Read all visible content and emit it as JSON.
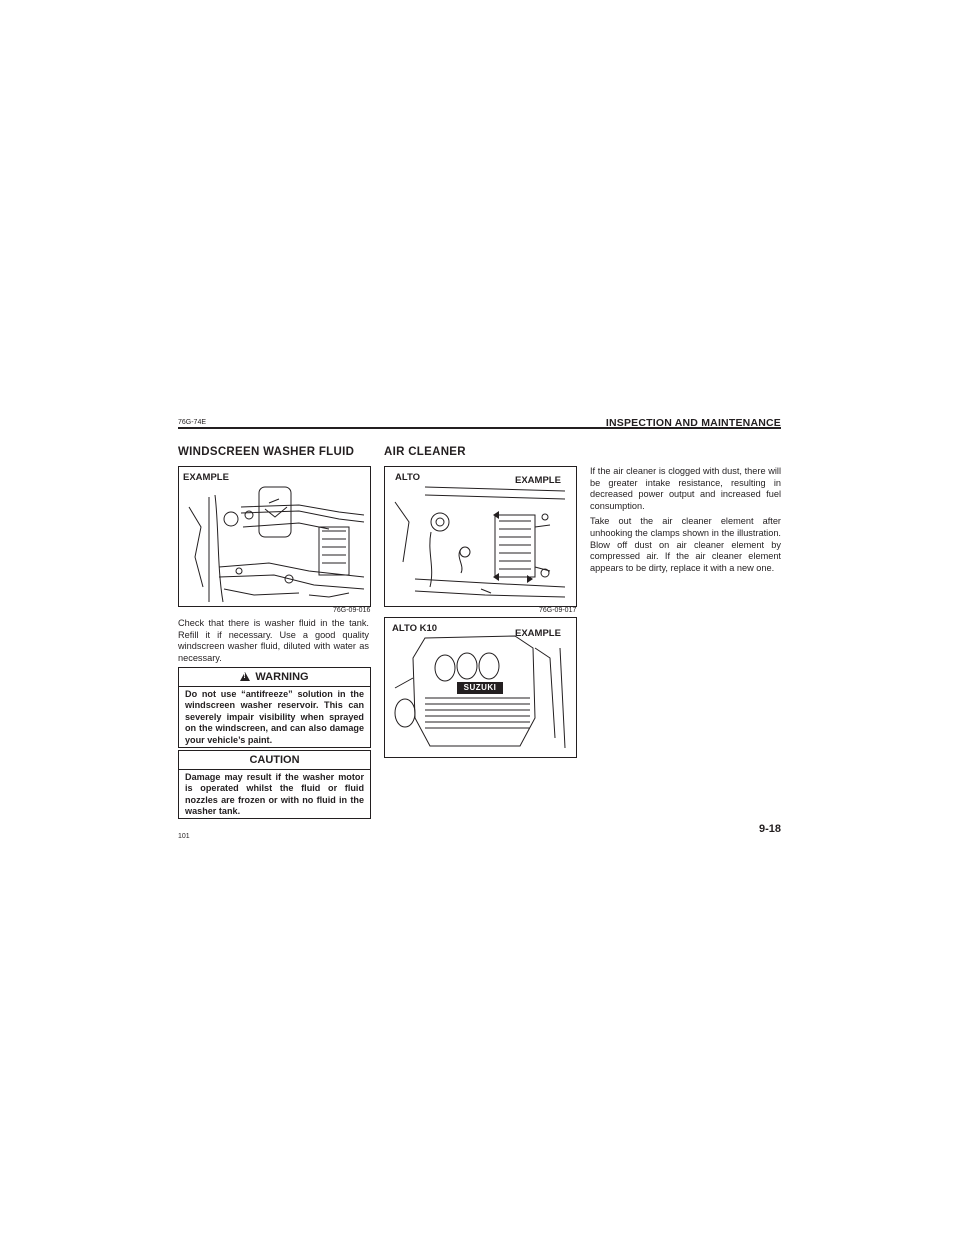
{
  "header": {
    "code": "76G-74E",
    "title": "INSPECTION AND MAINTENANCE"
  },
  "washer": {
    "heading": "WINDSCREEN WASHER FLUID",
    "figure_label": "EXAMPLE",
    "figure_code": "76G-09-016",
    "body": "Check that there is washer fluid in the tank. Refill it if necessary. Use a good quality windscreen washer fluid, diluted with water as necessary.",
    "warning_title": "WARNING",
    "warning_text": "Do not use “antifreeze” solution in the windscreen washer reservoir. This can severely impair visibility when sprayed on the windscreen, and can also damage your vehicle’s paint.",
    "caution_title": "CAUTION",
    "caution_text": "Damage may result if the washer motor is operated whilst the fluid or fluid nozzles are frozen or with no fluid in the washer tank."
  },
  "air_cleaner": {
    "heading": "AIR CLEANER",
    "fig1_model": "ALTO",
    "fig1_label": "EXAMPLE",
    "fig1_code": "76G-09-017",
    "fig2_model": "ALTO K10",
    "fig2_label": "EXAMPLE",
    "fig2_brand": "SUZUKI",
    "para1": "If the air cleaner is clogged with dust, there will be greater intake resistance, resulting in decreased power output and increased fuel consumption.",
    "para2": "Take out the air cleaner element after unhooking the clamps shown in the illustration. Blow off dust on air cleaner element by compressed air. If the air cleaner element appears to be dirty, replace it with a new one."
  },
  "footer": {
    "page_index": "101",
    "page_number": "9-18"
  }
}
